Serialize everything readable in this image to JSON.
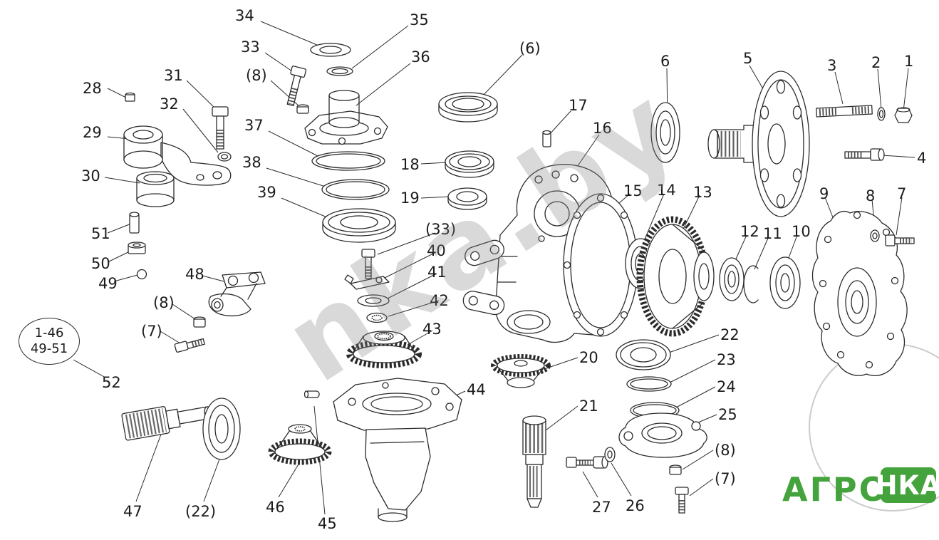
{
  "callouts": [
    {
      "text": "34"
    },
    {
      "text": "35"
    },
    {
      "text": "33"
    },
    {
      "text": "(8)"
    },
    {
      "text": "36"
    },
    {
      "text": "(6)"
    },
    {
      "text": "31"
    },
    {
      "text": "28"
    },
    {
      "text": "32"
    },
    {
      "text": "29"
    },
    {
      "text": "17"
    },
    {
      "text": "6"
    },
    {
      "text": "5"
    },
    {
      "text": "3"
    },
    {
      "text": "2"
    },
    {
      "text": "1"
    },
    {
      "text": "37"
    },
    {
      "text": "16"
    },
    {
      "text": "18"
    },
    {
      "text": "4"
    },
    {
      "text": "30"
    },
    {
      "text": "38"
    },
    {
      "text": "19"
    },
    {
      "text": "39"
    },
    {
      "text": "15"
    },
    {
      "text": "14"
    },
    {
      "text": "13"
    },
    {
      "text": "9"
    },
    {
      "text": "8"
    },
    {
      "text": "7"
    },
    {
      "text": "12"
    },
    {
      "text": "11"
    },
    {
      "text": "10"
    },
    {
      "text": "51"
    },
    {
      "text": "50"
    },
    {
      "text": "49"
    },
    {
      "text": "(33)"
    },
    {
      "text": "40"
    },
    {
      "text": "48"
    },
    {
      "text": "41"
    },
    {
      "text": "42"
    },
    {
      "text": "(8)"
    },
    {
      "text": "(7)"
    },
    {
      "text": "43"
    },
    {
      "text": "22"
    },
    {
      "text": "20"
    },
    {
      "text": "23"
    },
    {
      "text": "24"
    },
    {
      "text": "25"
    },
    {
      "text": "44"
    },
    {
      "text": "21"
    },
    {
      "text": "(8)"
    },
    {
      "text": "(7)"
    },
    {
      "text": "27"
    },
    {
      "text": "26"
    },
    {
      "text": "47"
    },
    {
      "text": "(22)"
    },
    {
      "text": "46"
    },
    {
      "text": "45"
    },
    {
      "text": "52"
    }
  ],
  "group_label": {
    "line1": "1-46",
    "line2": "49-51"
  },
  "watermark": "nka.by",
  "logo": {
    "agro": "АГРО",
    "nka": "НКА",
    "green": "#44a33c",
    "circle": "#cccccc"
  }
}
